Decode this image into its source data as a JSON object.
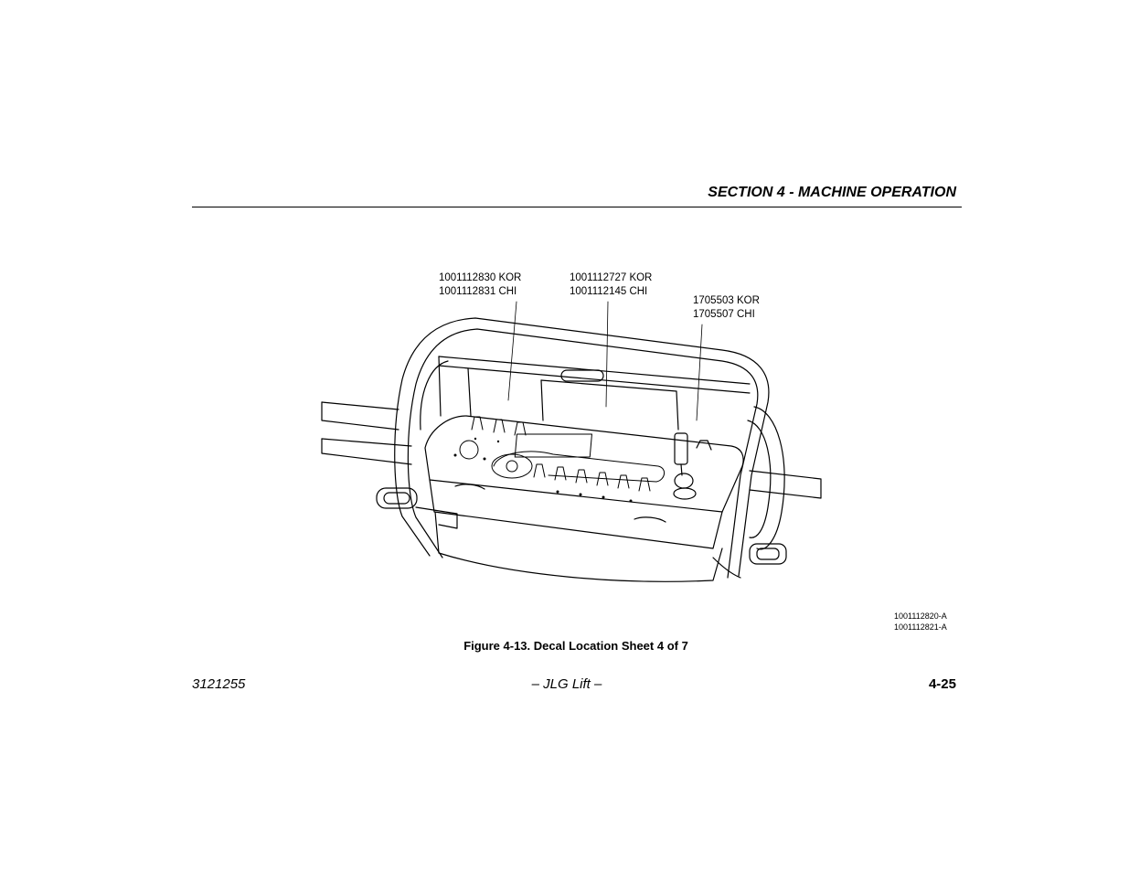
{
  "header": {
    "section_title": "SECTION 4 - MACHINE OPERATION"
  },
  "figure": {
    "callouts": [
      {
        "line1": "1001112830 KOR",
        "line2": "1001112831 CHI"
      },
      {
        "line1": "1001112727 KOR",
        "line2": "1001112145 CHI"
      },
      {
        "line1": "1705503 KOR",
        "line2": "1705507 CHI"
      }
    ],
    "part_numbers": [
      "1001112820-A",
      "1001112821-A"
    ],
    "caption": "Figure 4-13. Decal Location Sheet 4 of 7"
  },
  "footer": {
    "doc_number": "3121255",
    "center_text": "– JLG Lift –",
    "page_number": "4-25"
  }
}
